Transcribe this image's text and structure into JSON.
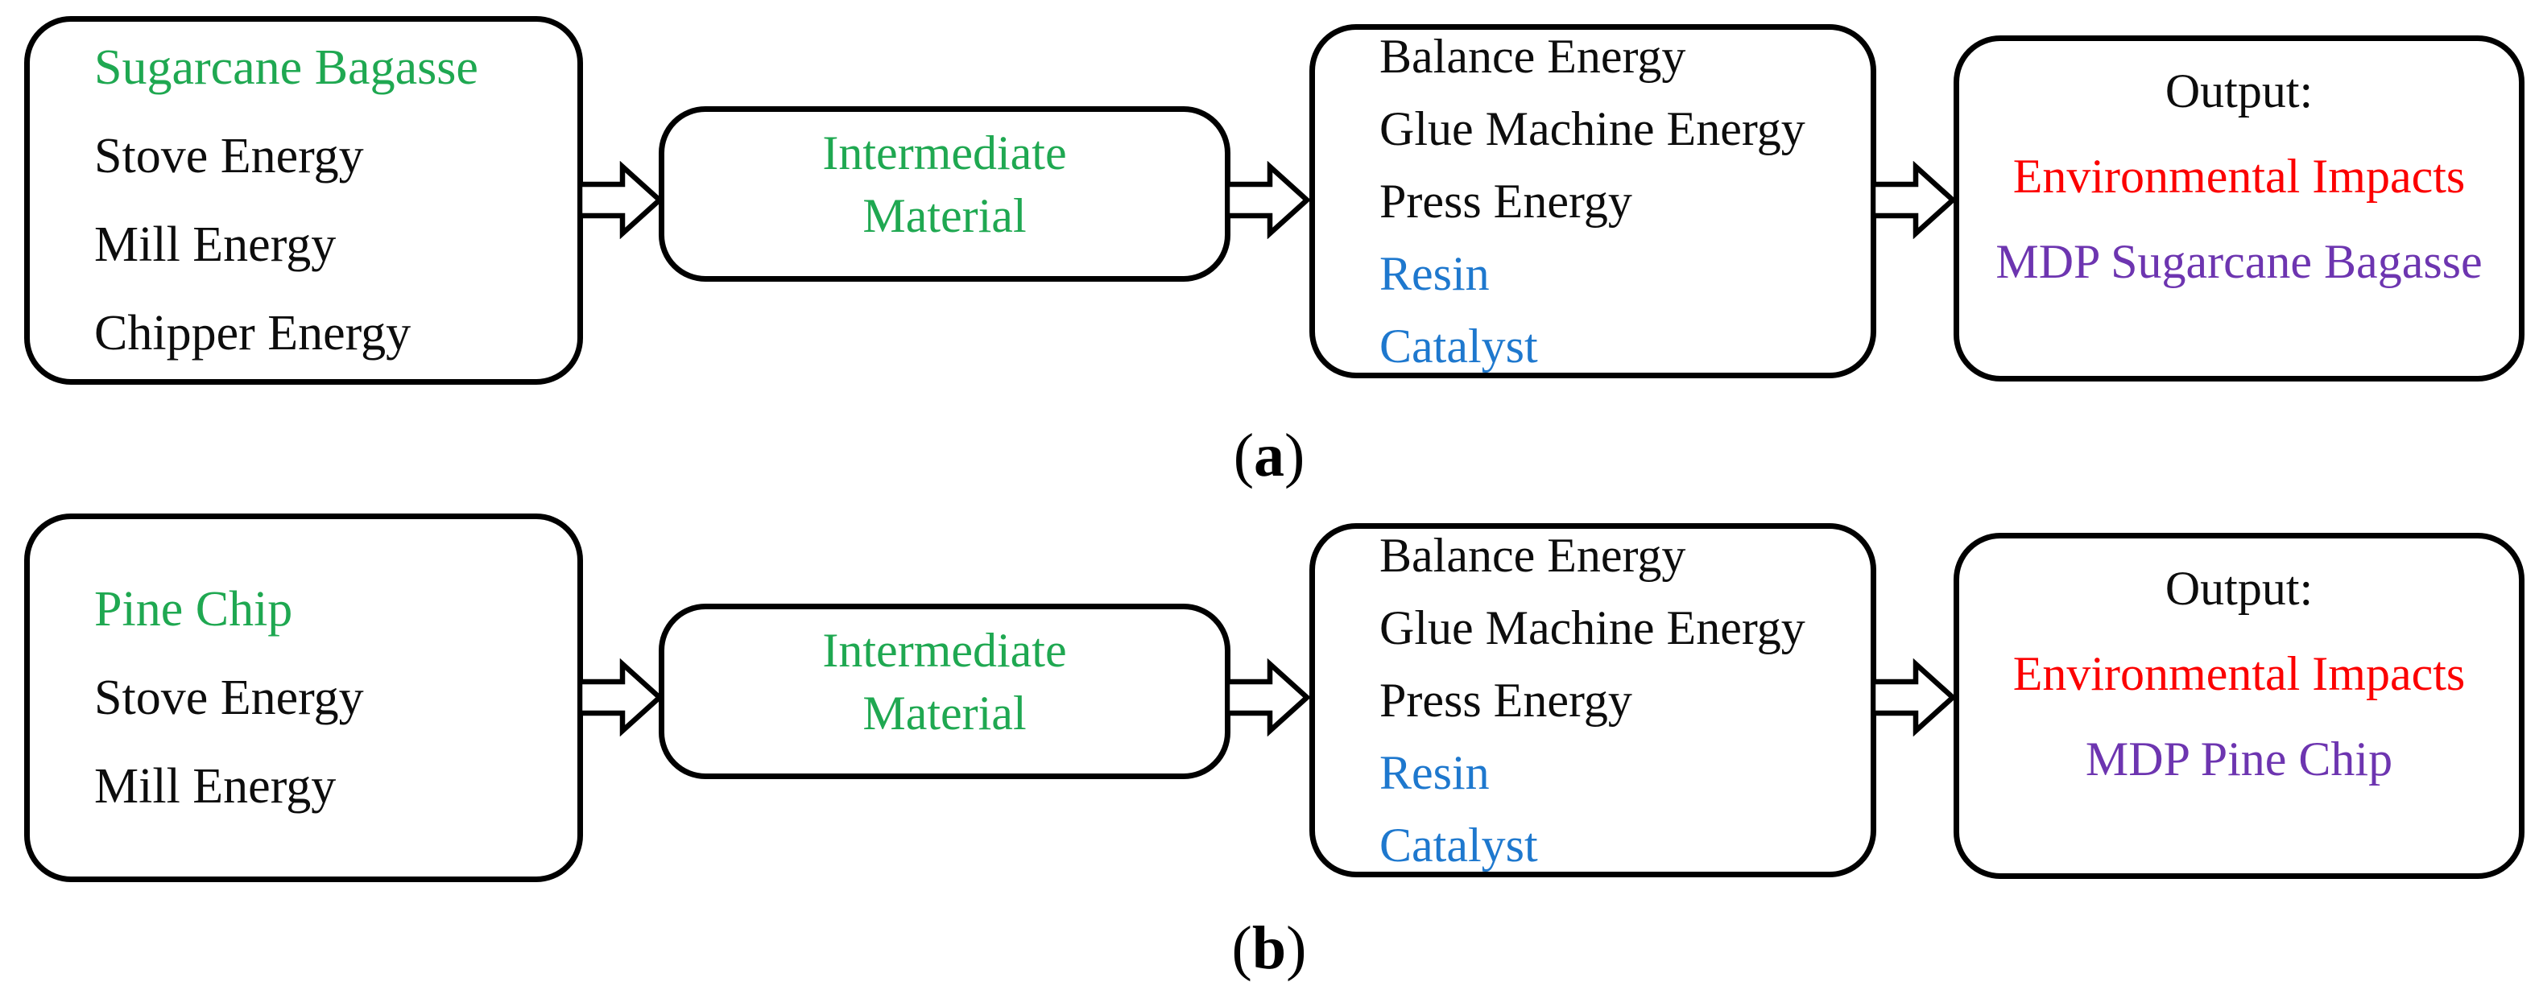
{
  "colors": {
    "black": "#0d0d0d",
    "green": "#1fa851",
    "blue": "#1e78ce",
    "red": "#fc0000",
    "purple": "#6d35b0"
  },
  "diagrams": [
    {
      "caption": {
        "open": "(",
        "letter": "a",
        "close": ")"
      },
      "input_box": {
        "lines": [
          {
            "text": "Sugarcane Bagasse",
            "color": "green"
          },
          {
            "text": "Stove Energy",
            "color": "black"
          },
          {
            "text": "Mill Energy",
            "color": "black"
          },
          {
            "text": "Chipper Energy",
            "color": "black"
          }
        ]
      },
      "intermediate_box": {
        "lines": [
          {
            "text": "Intermediate",
            "color": "green"
          },
          {
            "text": "Material",
            "color": "green"
          }
        ]
      },
      "process_box": {
        "lines": [
          {
            "text": "Balance Energy",
            "color": "black"
          },
          {
            "text": "Glue Machine Energy",
            "color": "black"
          },
          {
            "text": "Press Energy",
            "color": "black"
          },
          {
            "text": "Resin",
            "color": "blue"
          },
          {
            "text": "Catalyst",
            "color": "blue"
          }
        ]
      },
      "output_box": {
        "lines": [
          {
            "text": "Output:",
            "color": "black"
          },
          {
            "text": "Environmental Impacts",
            "color": "red"
          },
          {
            "text": "MDP Sugarcane Bagasse",
            "color": "purple"
          }
        ]
      }
    },
    {
      "caption": {
        "open": "(",
        "letter": "b",
        "close": ")"
      },
      "input_box": {
        "lines": [
          {
            "text": "Pine Chip",
            "color": "green"
          },
          {
            "text": "Stove Energy",
            "color": "black"
          },
          {
            "text": "Mill Energy",
            "color": "black"
          }
        ]
      },
      "intermediate_box": {
        "lines": [
          {
            "text": "Intermediate",
            "color": "green"
          },
          {
            "text": "Material",
            "color": "green"
          }
        ]
      },
      "process_box": {
        "lines": [
          {
            "text": "Balance Energy",
            "color": "black"
          },
          {
            "text": "Glue Machine Energy",
            "color": "black"
          },
          {
            "text": "Press Energy",
            "color": "black"
          },
          {
            "text": "Resin",
            "color": "blue"
          },
          {
            "text": "Catalyst",
            "color": "blue"
          }
        ]
      },
      "output_box": {
        "lines": [
          {
            "text": "Output:",
            "color": "black"
          },
          {
            "text": "Environmental Impacts",
            "color": "red"
          },
          {
            "text": "MDP Pine Chip",
            "color": "purple"
          }
        ]
      }
    }
  ]
}
